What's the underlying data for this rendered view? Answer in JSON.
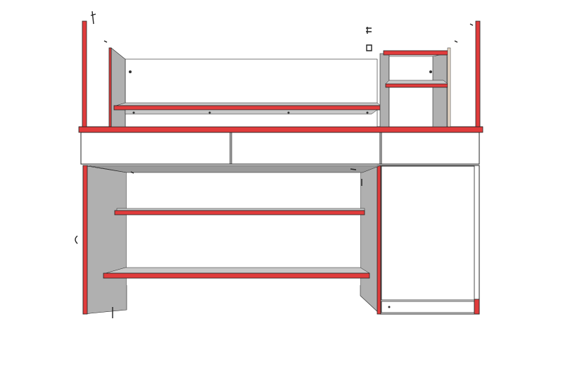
{
  "colors": {
    "edge": "#e03c3c",
    "panel_side": "#b0b0b0",
    "panel_inner": "#c8c8c8",
    "face": "#ffffff",
    "line": "#222222",
    "background": "#ffffff"
  },
  "drawing": {
    "subject": "desk-with-hutch-and-cabinet",
    "view": "front",
    "drawers": 3,
    "hutch_shelves": 2,
    "lower_shelves": 2,
    "cabinet_doors": 1
  }
}
